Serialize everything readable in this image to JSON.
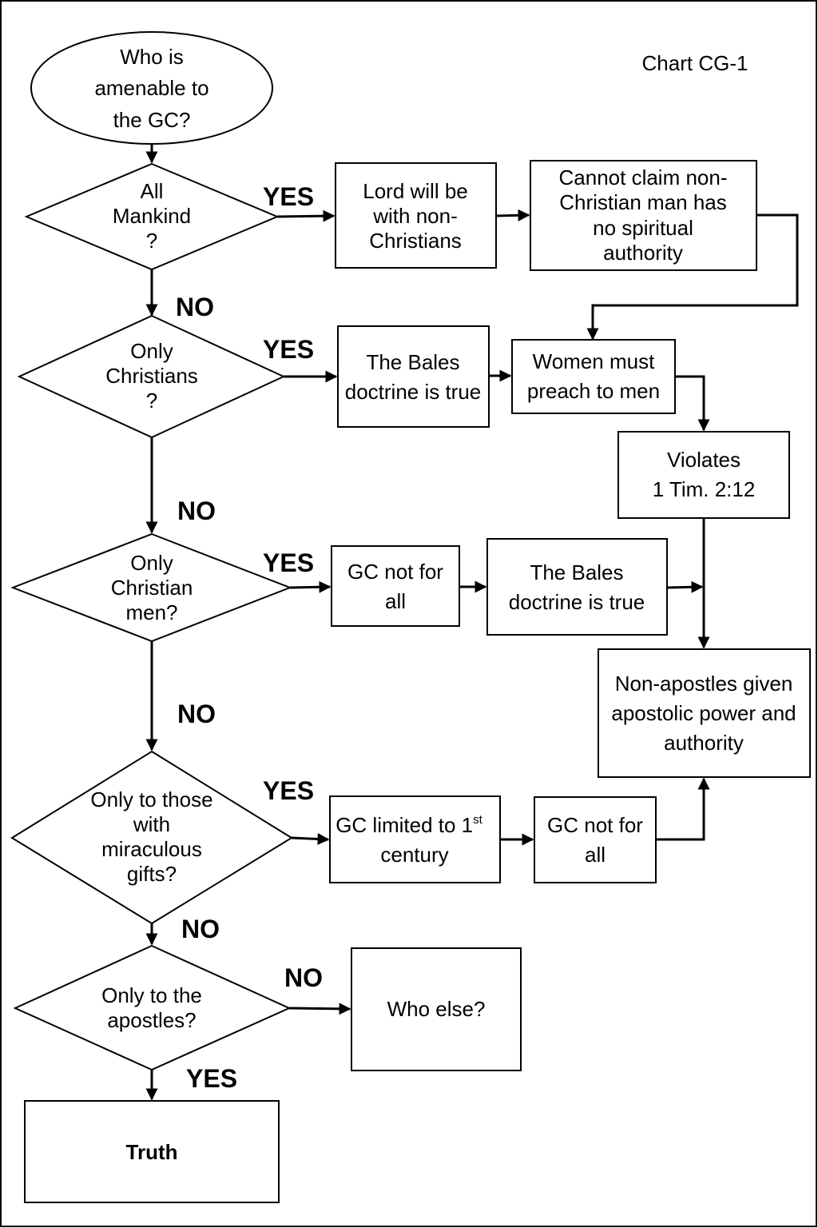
{
  "chart_label": "Chart CG-1",
  "nodes": {
    "start": [
      "Who is",
      "amenable to",
      "the GC?"
    ],
    "q_all_mankind": [
      "All",
      "Mankind",
      "?"
    ],
    "q_only_christians": [
      "Only",
      "Christians",
      "?"
    ],
    "q_only_christian_men": [
      "Only",
      "Christian",
      "men?"
    ],
    "q_only_miraculous": [
      "Only to those",
      "with",
      "miraculous",
      "gifts?"
    ],
    "q_only_apostles": [
      "Only to the",
      "apostles?"
    ],
    "box_lord_with_nonchristians": [
      "Lord will be",
      "with non-",
      "Christians"
    ],
    "box_cannot_claim": [
      "Cannot claim non-",
      "Christian man has",
      "no spiritual",
      "authority"
    ],
    "box_bales_true_1": [
      "The Bales",
      "doctrine is true"
    ],
    "box_women_preach": [
      "Women must",
      "preach to men"
    ],
    "box_violates": [
      "Violates",
      "1 Tim. 2:12"
    ],
    "box_gc_not_for_all_1": [
      "GC not for",
      "all"
    ],
    "box_bales_true_2": [
      "The Bales",
      "doctrine is true"
    ],
    "box_nonapostles": [
      "Non-apostles given",
      "apostolic power and",
      "authority"
    ],
    "box_gc_limited": {
      "line1": "GC limited to 1",
      "sup": "st",
      "line2": "century"
    },
    "box_gc_not_for_all_2": [
      "GC not for",
      "all"
    ],
    "box_who_else": [
      "Who else?"
    ],
    "box_truth": [
      "Truth"
    ]
  },
  "edge_labels": {
    "yes_1": "YES",
    "no_1": "NO",
    "yes_2": "YES",
    "no_2": "NO",
    "yes_3": "YES",
    "no_3": "NO",
    "yes_4": "YES",
    "no_4": "NO",
    "no_5": "NO",
    "yes_5": "YES"
  }
}
